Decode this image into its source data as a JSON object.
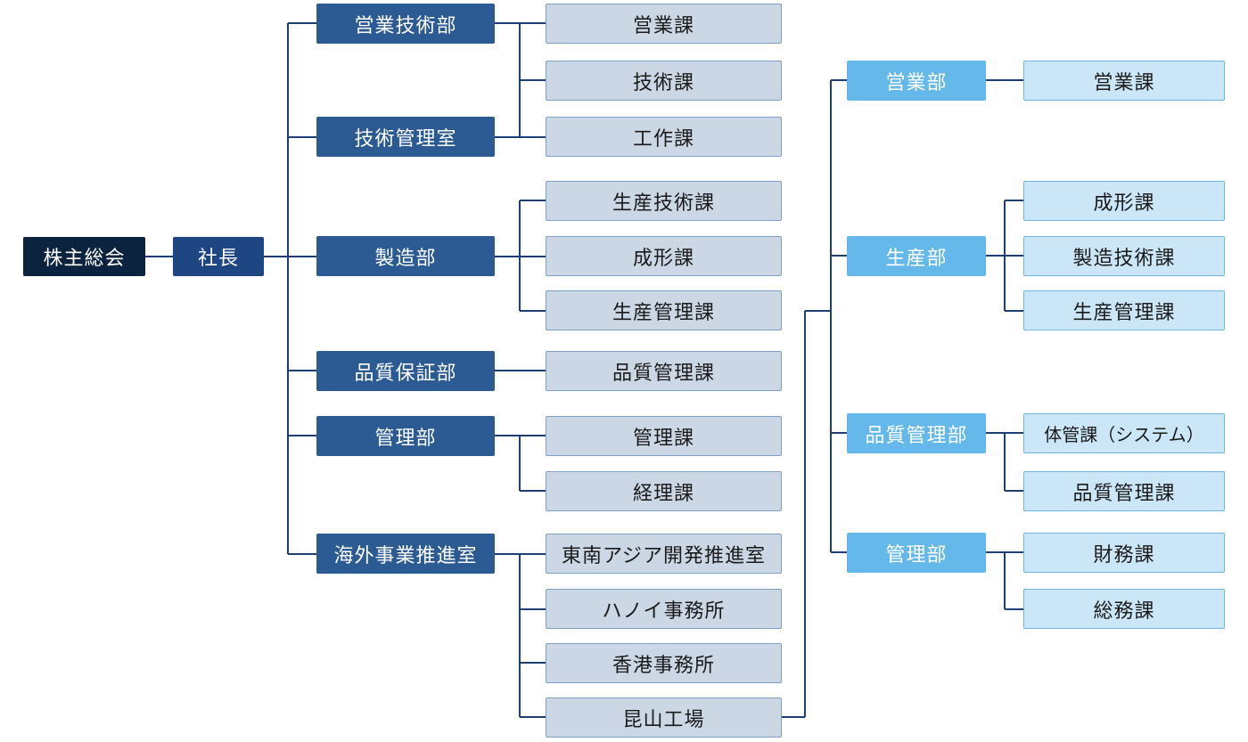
{
  "org": {
    "root": "株主総会",
    "president": "社長",
    "departments": [
      {
        "label": "営業技術部"
      },
      {
        "label": "技術管理室"
      },
      {
        "label": "製造部"
      },
      {
        "label": "品質保証部"
      },
      {
        "label": "管理部"
      },
      {
        "label": "海外事業推進室"
      }
    ],
    "sections": [
      {
        "label": "営業課"
      },
      {
        "label": "技術課"
      },
      {
        "label": "工作課"
      },
      {
        "label": "生産技術課"
      },
      {
        "label": "成形課"
      },
      {
        "label": "生産管理課"
      },
      {
        "label": "品質管理課"
      },
      {
        "label": "管理課"
      },
      {
        "label": "経理課"
      },
      {
        "label": "東南アジア開発推進室"
      },
      {
        "label": "ハノイ事務所"
      },
      {
        "label": "香港事務所"
      },
      {
        "label": "昆山工場"
      }
    ],
    "plant_departments": [
      {
        "label": "営業部"
      },
      {
        "label": "生産部"
      },
      {
        "label": "品質管理部"
      },
      {
        "label": "管理部"
      }
    ],
    "plant_sections": [
      {
        "label": "営業課"
      },
      {
        "label": "成形課"
      },
      {
        "label": "製造技術課"
      },
      {
        "label": "生産管理課"
      },
      {
        "label": "体管課（システム）"
      },
      {
        "label": "品質管理課"
      },
      {
        "label": "財務課"
      },
      {
        "label": "総務課"
      }
    ]
  },
  "colors": {
    "root": "#0c2340",
    "president": "#1e4682",
    "department": "#2c5b93",
    "section": "#ccd7e5",
    "plant_department": "#65b9ea",
    "plant_section": "#cbe6f7",
    "line": "#1f3f73"
  }
}
